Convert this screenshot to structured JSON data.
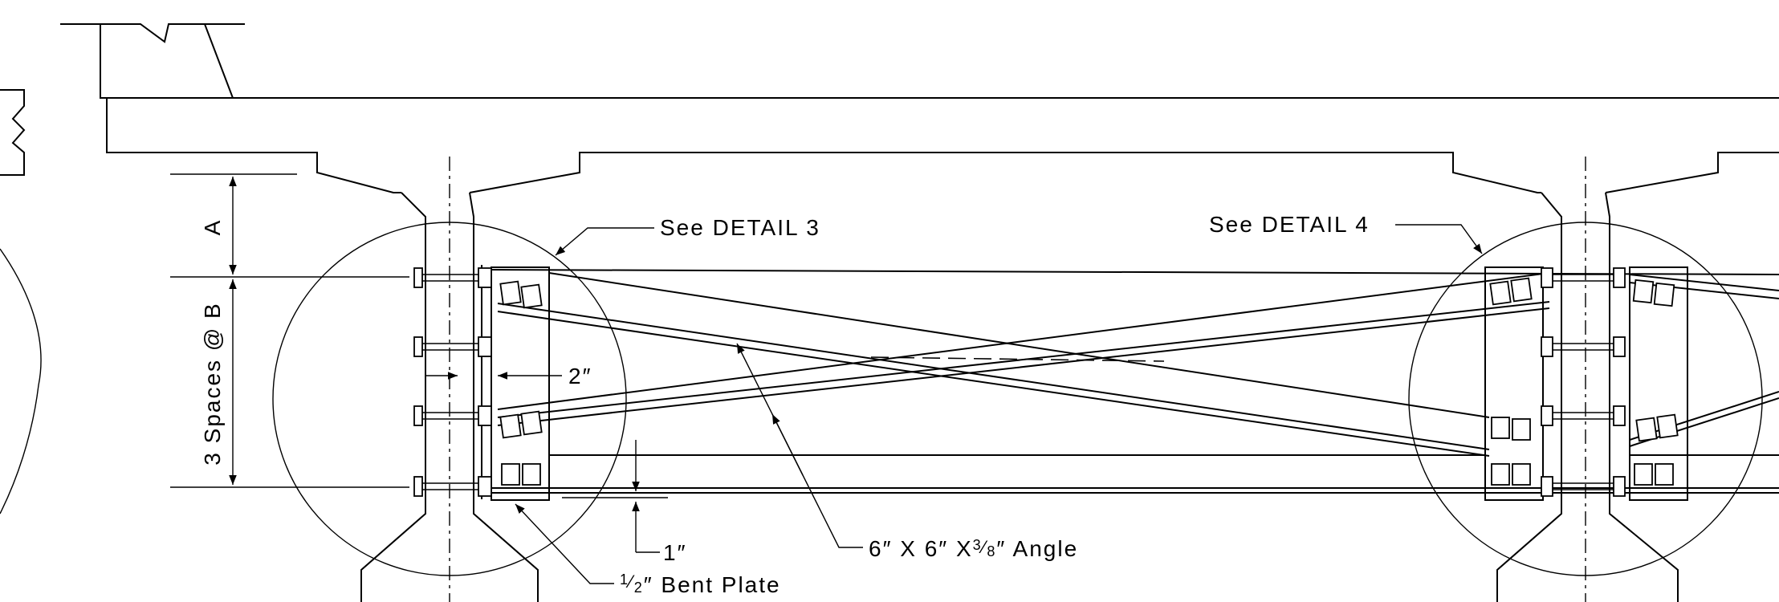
{
  "labels": {
    "detail_3": "See DETAIL 3",
    "detail_4": "See DETAIL 4",
    "dim_2in": "2″",
    "dim_1in": "1″",
    "angle_prefix": "6″ X 6″ X",
    "angle_frac_num": "3",
    "angle_frac_den": "8",
    "angle_suffix": "″ Angle",
    "plate_frac_num": "1",
    "plate_frac_den": "2",
    "plate_suffix": "″ Bent Plate",
    "dim_a": "A",
    "dim_spaces": "3 Spaces @ B"
  }
}
